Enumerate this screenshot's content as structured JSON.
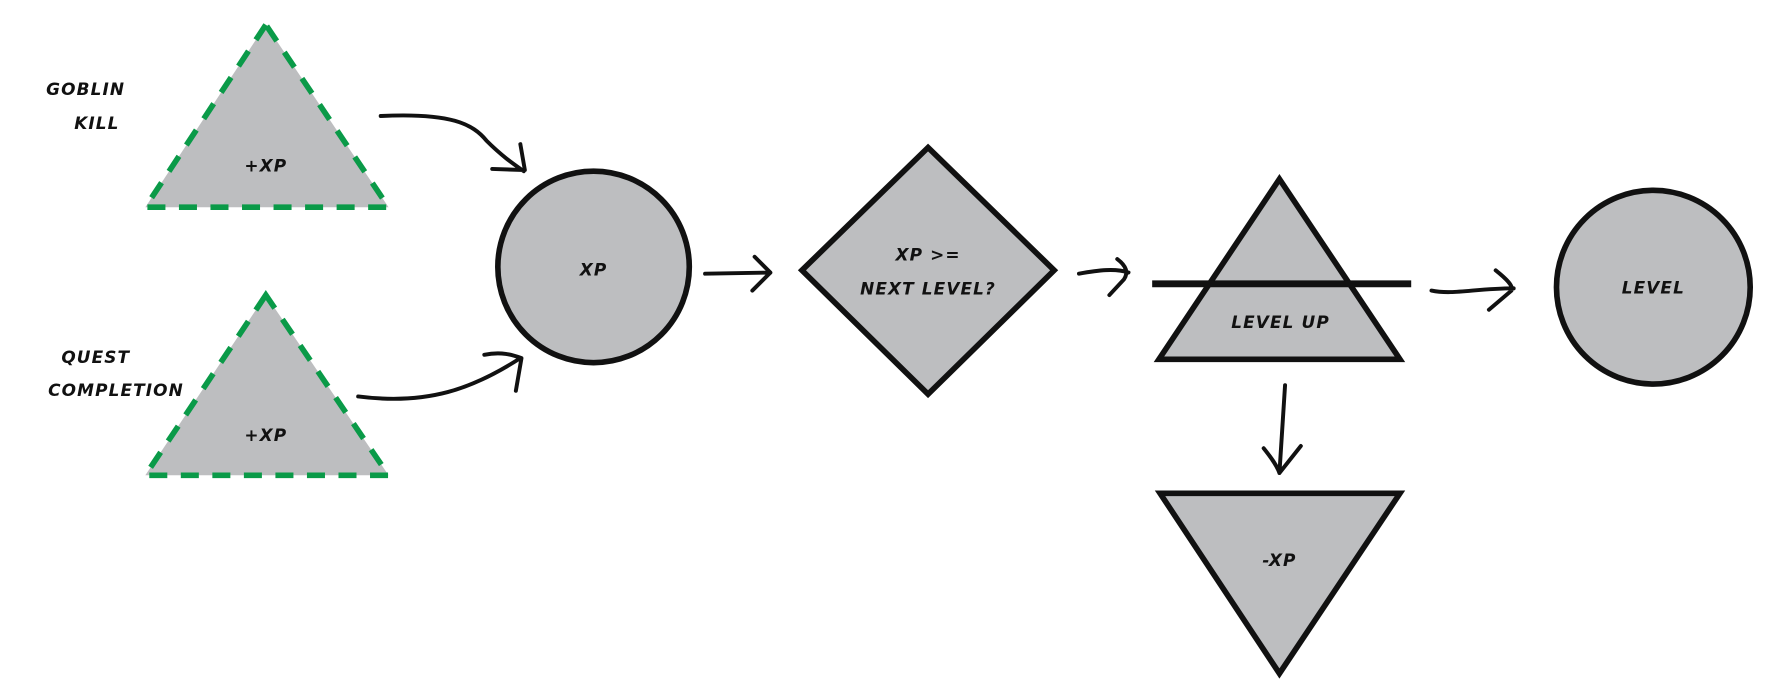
{
  "diagram": {
    "sources": [
      {
        "label_line1": "GOBLIN",
        "label_line2": "KILL",
        "shape_text": "+XP"
      },
      {
        "label_line1": "QUEST",
        "label_line2": "COMPLETION",
        "shape_text": "+XP"
      }
    ],
    "xp_node": "XP",
    "decision": {
      "line1": "XP >=",
      "line2": "NEXT LEVEL?"
    },
    "level_up_gate": "LEVEL UP",
    "level_node": "LEVEL",
    "drain": "-XP",
    "colors": {
      "fill": "#bdbec0",
      "stroke": "#111111",
      "dashed_stroke": "#0a9a48"
    }
  }
}
